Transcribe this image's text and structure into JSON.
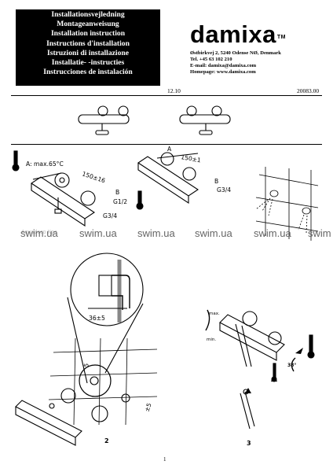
{
  "header": {
    "titles": [
      "Installationsvejledning",
      "Montageanweisung",
      "Installation instruction",
      "Instructions d'installation",
      "Istruzioni di installazione",
      "Installatie- -instructies",
      "Instrucciones de instalación"
    ],
    "brand": "damixa",
    "brand_tm": "TM",
    "contact": [
      "Østbirkvej 2, 5240 Odense NØ, Denmark",
      "Tel. +45 63 102 210",
      "E-mail: damixa@damixa.com",
      "Homepage: www.damixa.com"
    ],
    "date": "12.10",
    "doc_number": "20083.00"
  },
  "figures": {
    "fig1_left": {
      "temp_label": "A: max.65°C",
      "dim": "150±16",
      "b_label": "B",
      "b_thread": "G1/2",
      "g_thread": "G3/4"
    },
    "fig1_right": {
      "a_label": "A",
      "dim": "150±1",
      "b_label": "B",
      "g_thread": "G3/4"
    },
    "fig_detail": {
      "dim": "36±5"
    },
    "fig2": {
      "dim_c": "5",
      "dim_side": "±5",
      "number": "2"
    },
    "fig3": {
      "max_label": "max.",
      "min_label": "min.",
      "angle": "38°",
      "number": "3"
    },
    "watermarks": [
      "swim.ua",
      "swim.ua",
      "swim.ua",
      "swim.ua",
      "swim.ua",
      "swim"
    ],
    "watermark_faint": "Aquadeco Kpa"
  },
  "footer": {
    "page_number": "1"
  }
}
